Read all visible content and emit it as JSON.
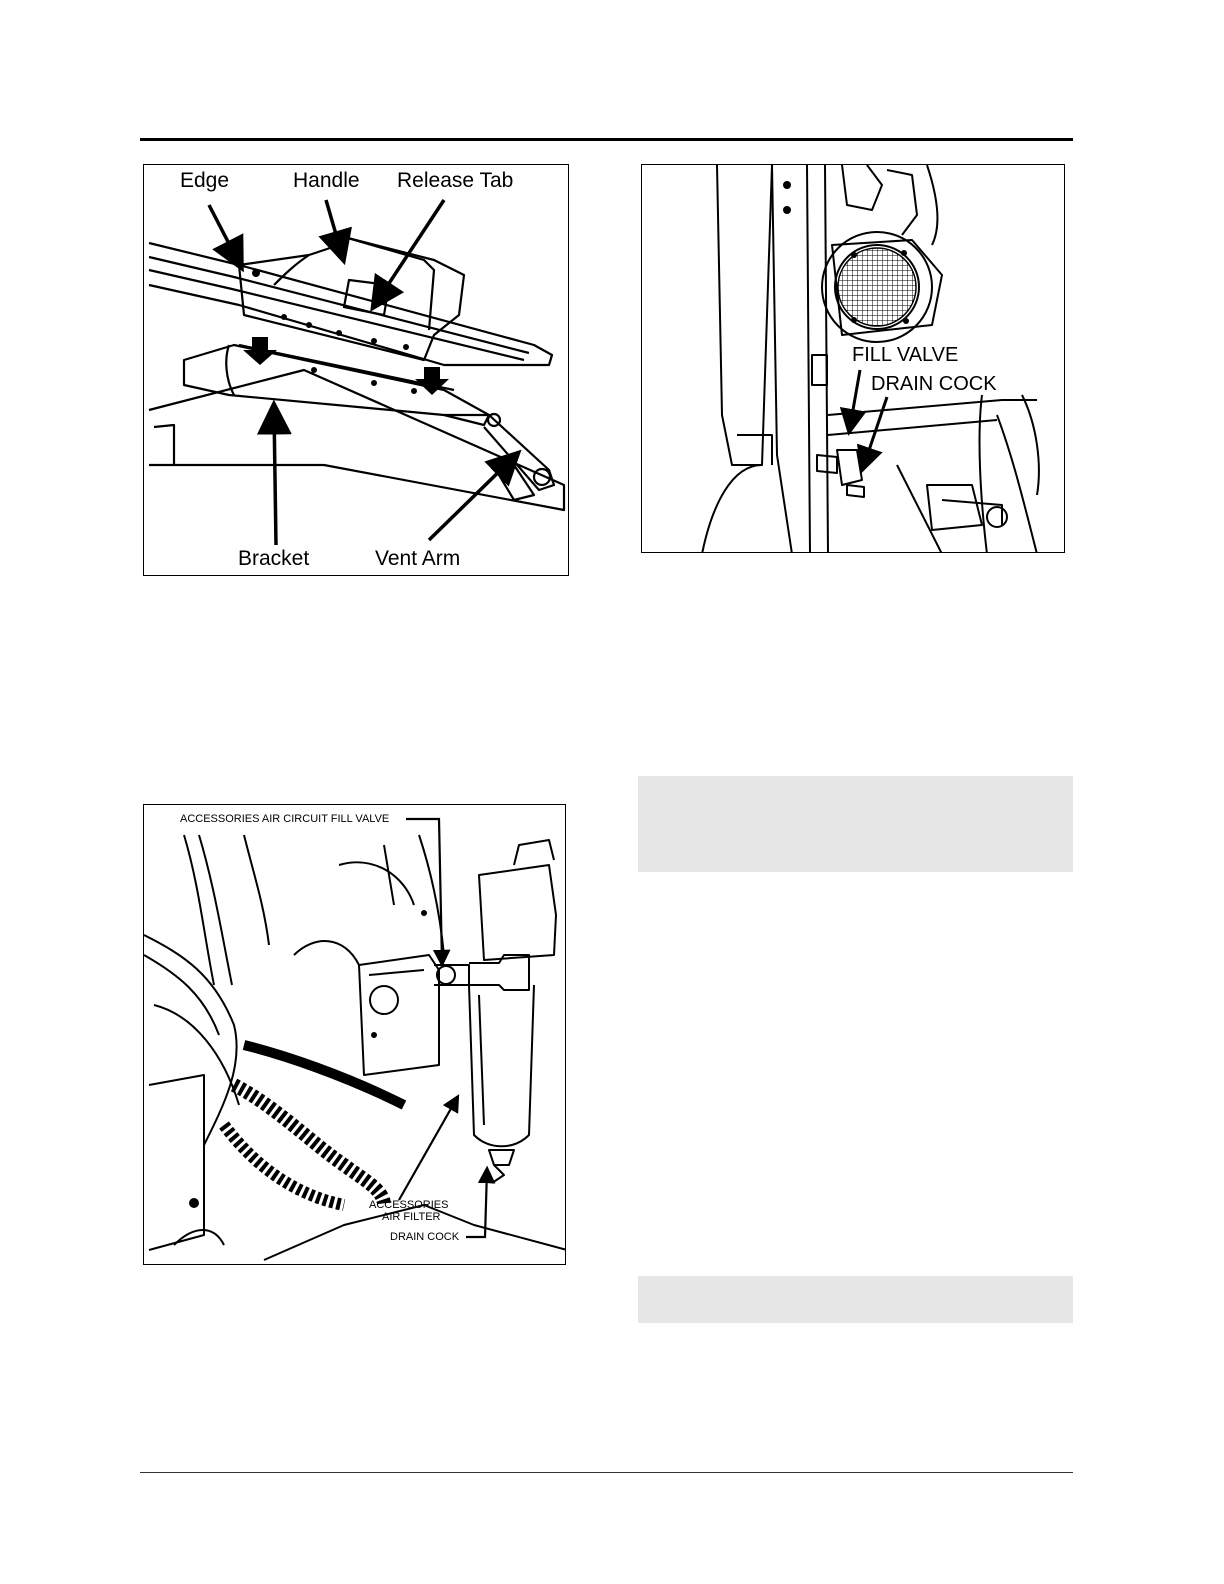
{
  "figure_vent": {
    "labels": {
      "edge": "Edge",
      "handle": "Handle",
      "release_tab": "Release Tab",
      "bracket": "Bracket",
      "vent_arm": "Vent Arm"
    }
  },
  "figure_fill_valve": {
    "labels": {
      "fill_valve": "FILL VALVE",
      "drain_cock": "DRAIN COCK"
    }
  },
  "figure_accessories": {
    "labels": {
      "fill_valve": "ACCESSORIES AIR CIRCUIT FILL VALVE",
      "air_filter_line1": "ACCESSORIES",
      "air_filter_line2": "AIR FILTER",
      "drain_cock": "DRAIN COCK"
    }
  },
  "colors": {
    "rule": "#000000",
    "note_shading": "#e6e6e6"
  }
}
